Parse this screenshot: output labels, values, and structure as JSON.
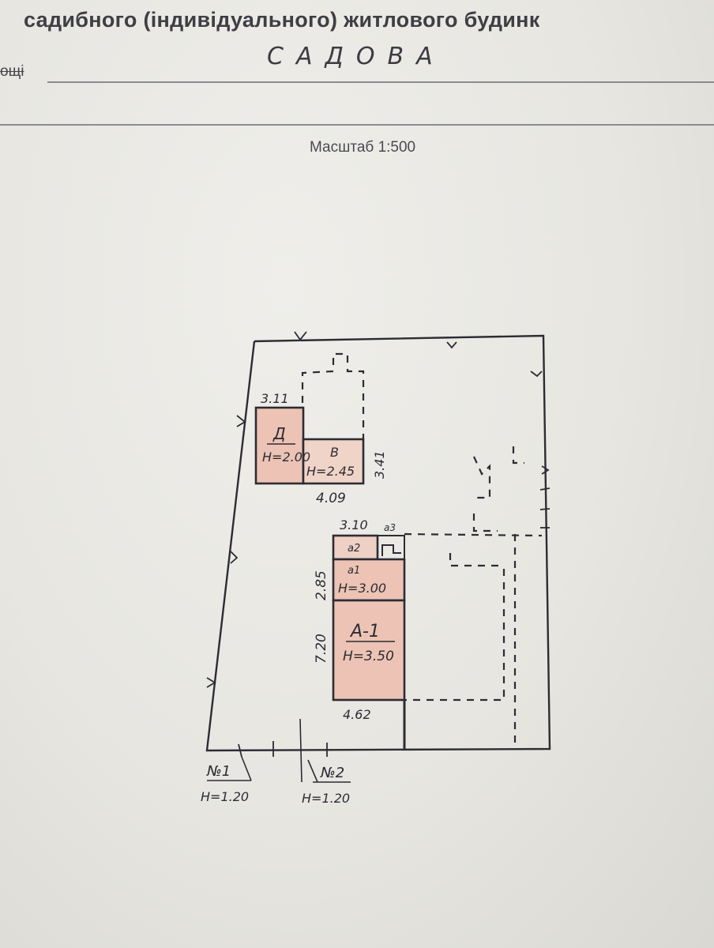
{
  "header": {
    "title": "садибного (індивідуального) житлового будинк",
    "street_label": "ощі",
    "street_value": "САДОВА"
  },
  "scale": "Масштаб 1:500",
  "buildings": [
    {
      "id": "D",
      "label": "Д",
      "height": "Н=2.00",
      "dim_top": "3.11"
    },
    {
      "id": "V",
      "label": "В",
      "height": "Н=2.45",
      "dim_bottom": "4.09",
      "dim_side": "3.41"
    },
    {
      "id": "a2",
      "label": "а2",
      "dim_top": "3.10",
      "extra": "а3"
    },
    {
      "id": "a1",
      "label": "а1",
      "height": "Н=3.00",
      "dim_side": "2.85"
    },
    {
      "id": "A1",
      "label": "А-1",
      "height": "Н=3.50",
      "dim_side": "7.20",
      "dim_bottom": "4.62"
    }
  ],
  "gates": [
    {
      "id": "n1",
      "label": "№1",
      "height": "Н=1.20"
    },
    {
      "id": "n2",
      "label": "№2",
      "height": "Н=1.20"
    }
  ],
  "colors": {
    "ink": "#2c2c34",
    "fill": "#ecc3b4",
    "paper": "#ebeae5"
  }
}
